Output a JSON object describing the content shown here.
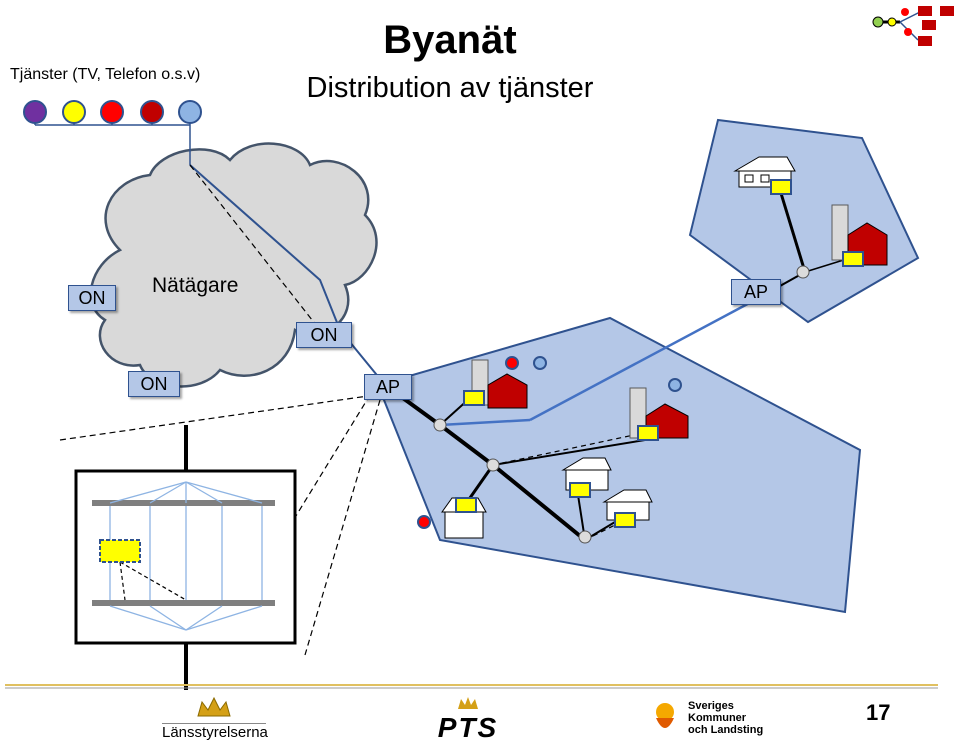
{
  "title": "Byanät",
  "subtitle": "Distribution av tjänster",
  "services_label": "Tjänster (TV, Telefon o.s.v)",
  "cloud_label": "Nätägare",
  "on_labels": [
    "ON",
    "ON",
    "ON"
  ],
  "ap_labels": [
    "AP",
    "AP"
  ],
  "service_colors": [
    "#7030a0",
    "#ffff00",
    "#ff0000",
    "#c00000",
    "#8eb4e3"
  ],
  "accent_color": "#b4c7e7",
  "zone_fill": "#b4c7e7",
  "footer": {
    "lansstyrelserna": "Länsstyrelserna",
    "pts": "PTS",
    "skl_line1": "Sveriges",
    "skl_line2": "Kommuner",
    "skl_line3": "och Landsting",
    "page_number": "17"
  }
}
